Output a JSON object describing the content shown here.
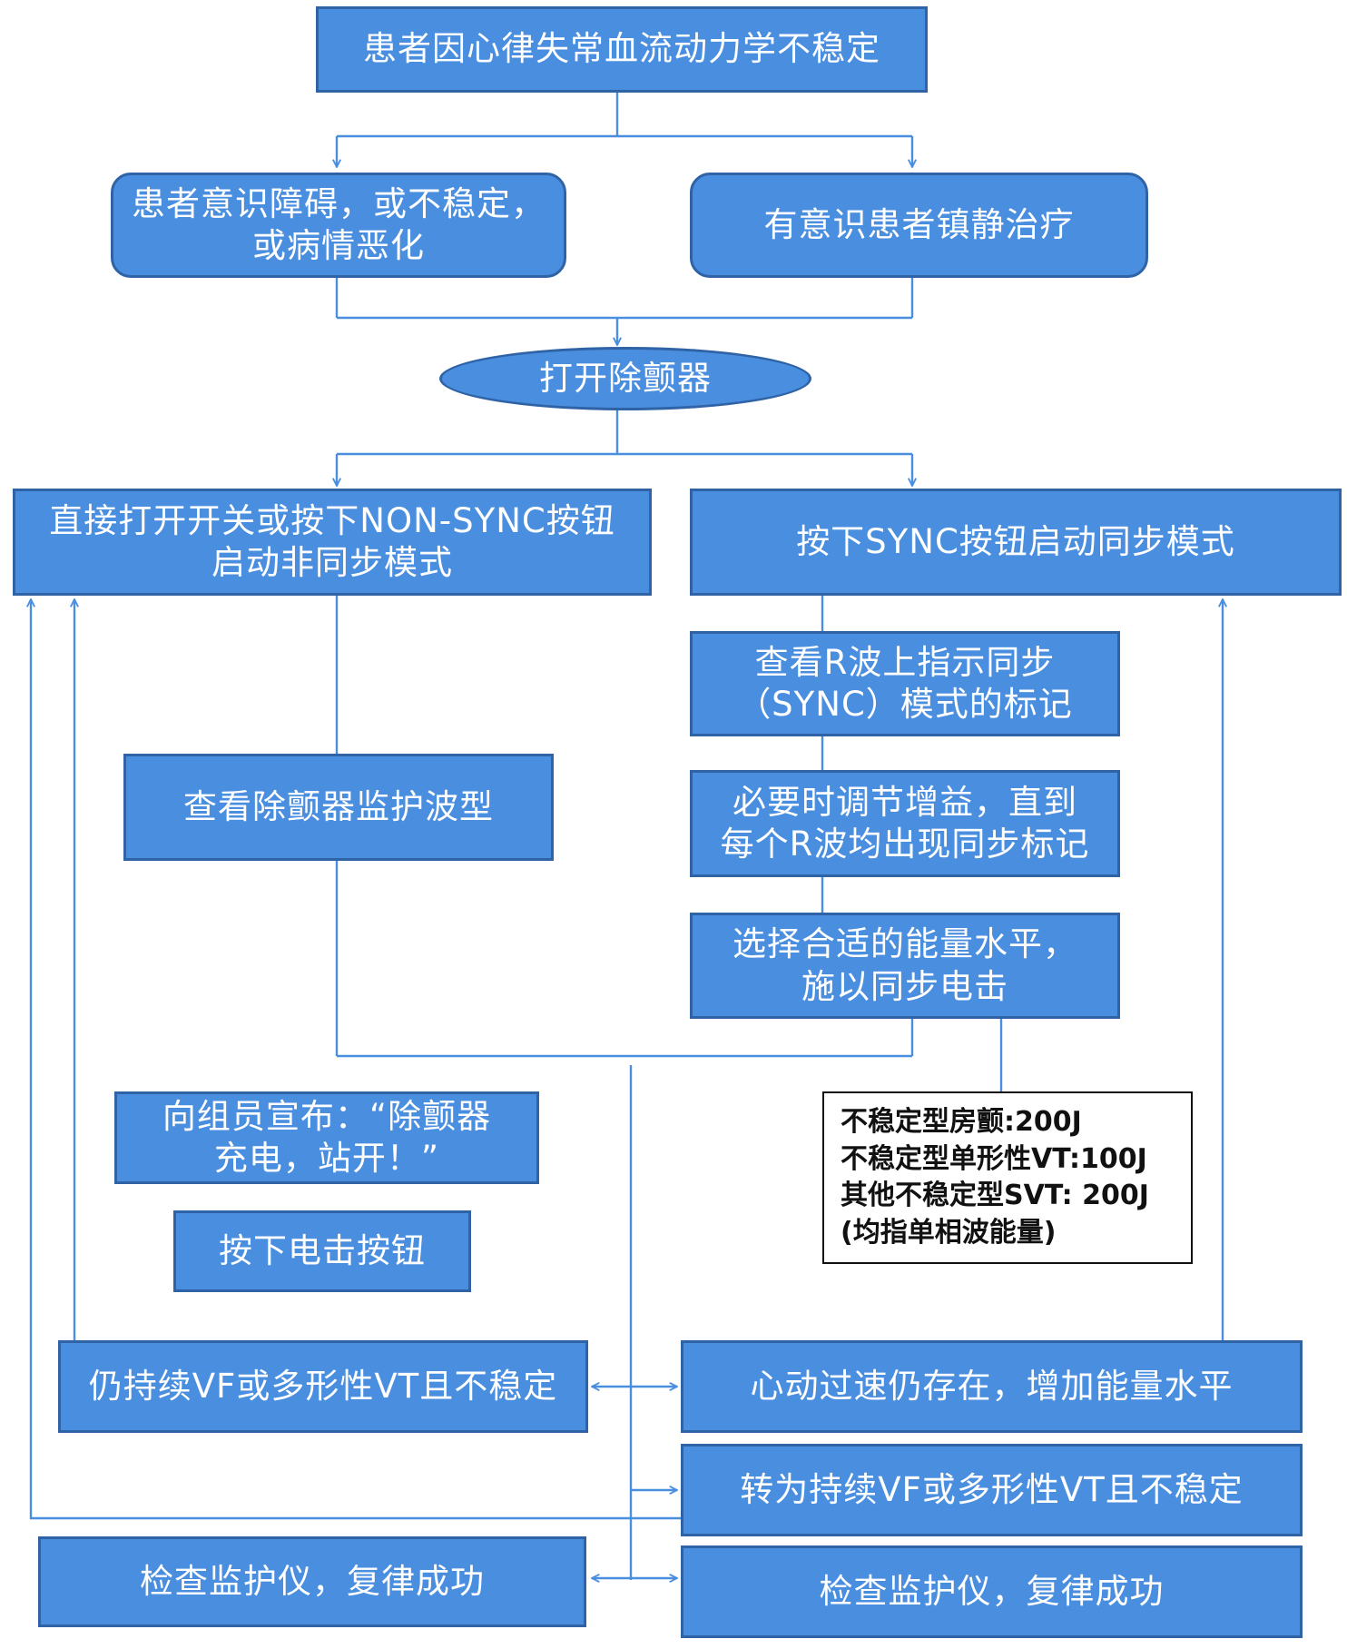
{
  "colors": {
    "box_fill": "#4a8ee0",
    "box_border": "#2f63a6",
    "line": "#4a8ee0",
    "note_border": "#111111"
  },
  "nodes": {
    "start": "患者因心律失常血流动力学不稳定",
    "unconscious": "患者意识障碍，或不稳定，\n或病情恶化",
    "conscious": "有意识患者镇静治疗",
    "open_defib": "打开除颤器",
    "non_sync": "直接打开开关或按下NON-SYNC按钮\n启动非同步模式",
    "sync": "按下SYNC按钮启动同步模式",
    "check_r_wave": "查看R波上指示同步\n（SYNC）模式的标记",
    "adjust_gain": "必要时调节增益，直到\n每个R波均出现同步标记",
    "select_energy": "选择合适的能量水平，\n施以同步电击",
    "view_waveform": "查看除颤器监护波型",
    "announce": "向组员宣布：“除颤器\n充电，站开！”",
    "press_shock": "按下电击按钮",
    "persist_vf": "仍持续VF或多形性VT且不稳定",
    "tachy_persists": "心动过速仍存在，增加能量水平",
    "convert_vf": "转为持续VF或多形性VT且不稳定",
    "success_left": "检查监护仪，复律成功",
    "success_right": "检查监护仪，复律成功"
  },
  "energy_note": {
    "lines": [
      "不稳定型房颤:200J",
      "不稳定型单形性VT:100J",
      "其他不稳定型SVT: 200J",
      "(均指单相波能量)"
    ]
  }
}
